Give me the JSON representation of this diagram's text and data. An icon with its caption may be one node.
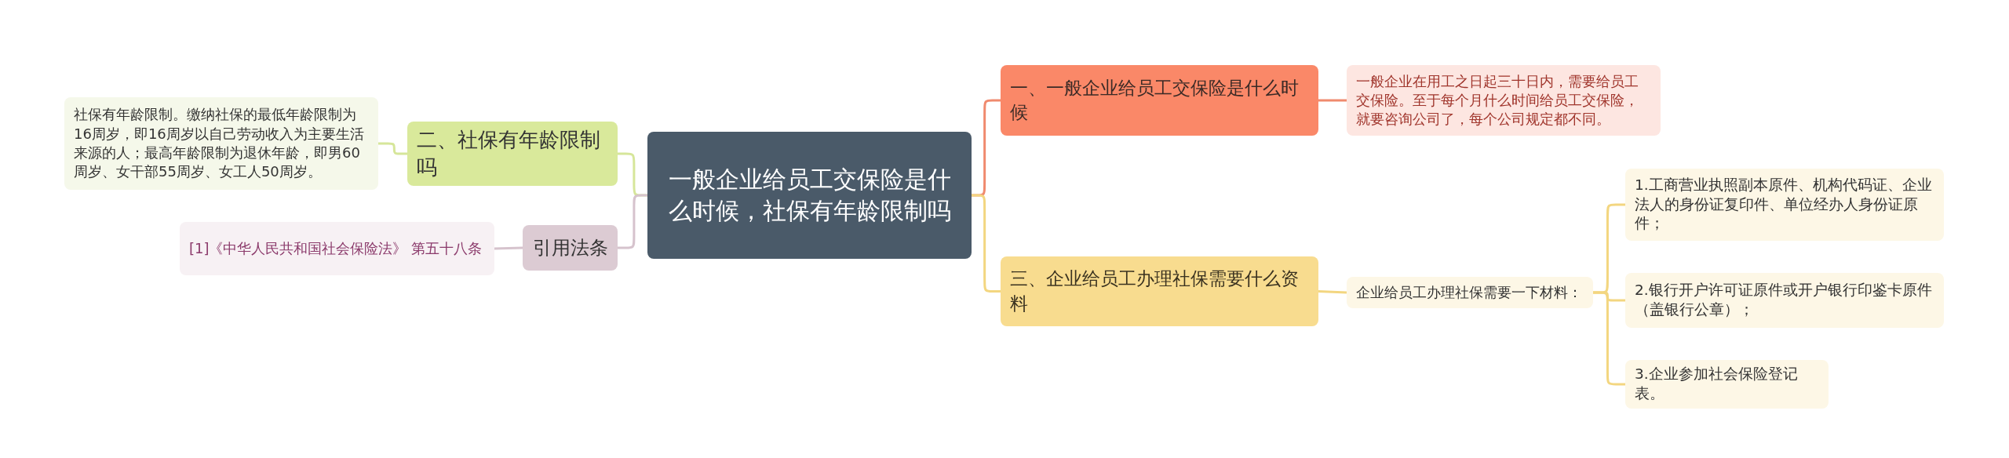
{
  "diagram": {
    "nodes": [
      {
        "text": [
          "一般企业给员工交保险是什么时候，社保有年龄限制吗"
        ]
      },
      {
        "text": [
          "一、一般企业给员工交保险是什么时候"
        ]
      },
      {
        "text": [
          "一般企业在用工之日起三十日内，需要给员工交保险。至于每个月什么时间给员工交保险，就要咨询公司了，每个公司规定都不同。"
        ]
      },
      {
        "text": [
          "三、企业给员工办理社保需要什么资料"
        ]
      },
      {
        "text": [
          "企业给员工办理社保需要一下材料："
        ]
      },
      {
        "text": [
          "1.工商营业执照副本原件、机构代码证、企业法人的身份证复印件、单位经办人身份证原件；"
        ]
      },
      {
        "text": [
          "2.银行开户许可证原件或开户银行印鉴卡原件（盖银行公章）；"
        ]
      },
      {
        "text": [
          "3.企业参加社会保险登记表。"
        ]
      },
      {
        "text": [
          "二、社保有年龄限制吗"
        ]
      },
      {
        "text": [
          "社保有年龄限制。缴纳社保的最低年龄限制为16周岁，即16周岁以自己劳动收入为主要生活来源的人；最高年龄限制为退休年龄，即男60周岁、女干部55周岁、女工人50周岁。"
        ]
      },
      {
        "text": [
          "引用法条"
        ]
      },
      {
        "text": [
          "[1]《中华人民共和国社会保险法》 第五十八条"
        ]
      }
    ],
    "edges": [
      {
        "from": 0,
        "to": 1,
        "arrow": "none",
        "color": "#f08a6e"
      },
      {
        "from": 1,
        "to": 2,
        "arrow": "none",
        "color": "#f08a6e"
      },
      {
        "from": 0,
        "to": 3,
        "arrow": "none"
      },
      {
        "from": 3,
        "to": 4,
        "arrow": "none"
      },
      {
        "from": 4,
        "to": 5,
        "arrow": "none"
      },
      {
        "from": 4,
        "to": 6,
        "arrow": "none"
      },
      {
        "from": 4,
        "to": 7,
        "arrow": "none"
      },
      {
        "from": 0,
        "to": 8,
        "arrow": "none",
        "color": "#d6e69a"
      },
      {
        "from": 8,
        "to": 9,
        "arrow": "none",
        "color": "#d6e69a"
      },
      {
        "from": 0,
        "to": 10,
        "arrow": "none",
        "color": "#d6c3cd"
      },
      {
        "from": 10,
        "to": 11,
        "arrow": "none",
        "color": "#d6c3cd"
      }
    ]
  }
}
